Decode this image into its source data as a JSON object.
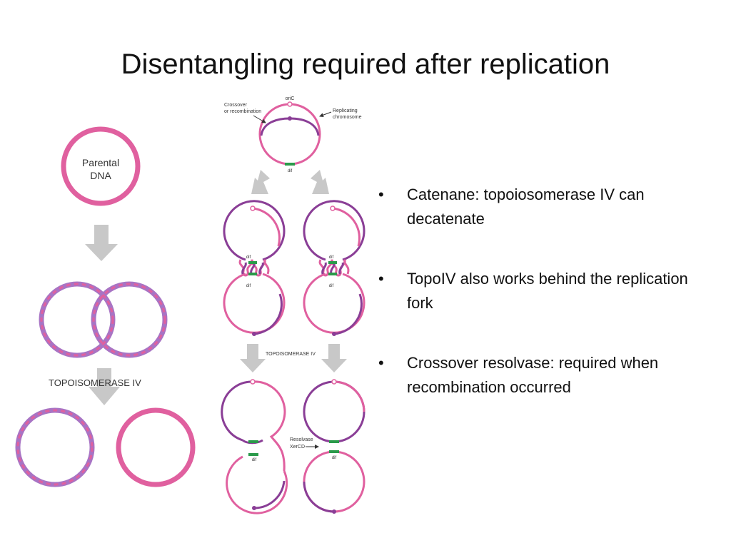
{
  "slide": {
    "title": "Disentangling required after replication",
    "bullets": [
      "Catenane: topoiosomerase IV can decatenate",
      "TopoIV also works behind the replication fork",
      "Crossover resolvase: required when recombination occurred"
    ]
  },
  "left_diagram": {
    "parental_label_line1": "Parental",
    "parental_label_line2": "DNA",
    "topo_label": "TOPOISOMERASE IV"
  },
  "right_diagram": {
    "oric_label": "oriC",
    "crossover_line1": "Crossover",
    "crossover_line2": "or recombination",
    "replicating_line1": "Replicating",
    "replicating_line2": "chromosome",
    "dif_label": "dif",
    "topo_label": "TOPOISOMERASE IV",
    "resolvase_line1": "Resolvase",
    "resolvase_line2": "XerCD"
  },
  "colors": {
    "pink": "#e0609f",
    "purple": "#8a3e96",
    "blend": "#a874c4",
    "green": "#2a9a4a",
    "arrow": "#c8c8c8"
  }
}
